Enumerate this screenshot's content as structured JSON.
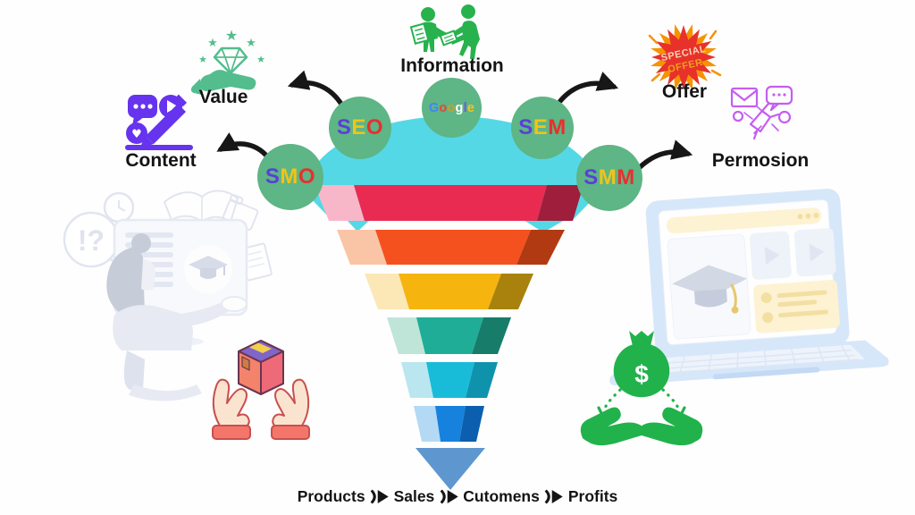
{
  "labels": {
    "information": "Information",
    "value": "Value",
    "content": "Content",
    "offer": "Offer",
    "permosion": "Permosion"
  },
  "nodes": {
    "circle_color": "#5eb585",
    "smo": {
      "letters": [
        {
          "ch": "S",
          "c": "#5b3fd8"
        },
        {
          "ch": "M",
          "c": "#f0c419"
        },
        {
          "ch": "O",
          "c": "#e8302e"
        }
      ]
    },
    "seo": {
      "letters": [
        {
          "ch": "S",
          "c": "#5b3fd8"
        },
        {
          "ch": "E",
          "c": "#f0c419"
        },
        {
          "ch": "O",
          "c": "#e8302e"
        }
      ]
    },
    "google": {
      "letters": [
        {
          "ch": "G",
          "c": "#4285f4"
        },
        {
          "ch": "o",
          "c": "#ea4335"
        },
        {
          "ch": "o",
          "c": "#c9a22e"
        },
        {
          "ch": "g",
          "c": "#ffffff"
        },
        {
          "ch": "l",
          "c": "#6a5ae0"
        },
        {
          "ch": "e",
          "c": "#f2c51d"
        }
      ]
    },
    "sem": {
      "letters": [
        {
          "ch": "S",
          "c": "#5b3fd8"
        },
        {
          "ch": "E",
          "c": "#f0c419"
        },
        {
          "ch": "M",
          "c": "#e8302e"
        }
      ]
    },
    "smm": {
      "letters": [
        {
          "ch": "S",
          "c": "#5b3fd8"
        },
        {
          "ch": "M",
          "c": "#f0c419"
        },
        {
          "ch": "M",
          "c": "#e8302e"
        }
      ]
    }
  },
  "funnel": {
    "dome_color": "#55d8e6",
    "layers": [
      {
        "name": "layer-red",
        "color": "#e92b52",
        "light": "#f8b7c9",
        "dark": "#9e1e3c"
      },
      {
        "name": "layer-orange",
        "color": "#f5511f",
        "light": "#fac4a6",
        "dark": "#b23a12"
      },
      {
        "name": "layer-gold",
        "color": "#f6b40f",
        "light": "#fce7b6",
        "dark": "#a8820d"
      },
      {
        "name": "layer-teal",
        "color": "#20ad97",
        "light": "#bfe5d9",
        "dark": "#177c6a"
      },
      {
        "name": "layer-cyan",
        "color": "#18bcd8",
        "light": "#b9e6ef",
        "dark": "#0f93ad"
      },
      {
        "name": "layer-blue",
        "color": "#1682dd",
        "light": "#b4d9f5",
        "dark": "#0b5fae"
      },
      {
        "name": "layer-tip",
        "color": "#5e97cf"
      }
    ]
  },
  "offer_badge": {
    "line1": "SPECIAL",
    "line2": "OFFER",
    "burst_red": "#e8312a",
    "burst_orange": "#f59300"
  },
  "flow": {
    "items": [
      "Products",
      "Sales",
      "Cutomens",
      "Profits"
    ]
  },
  "money": {
    "currency": "$",
    "green": "#22b24c"
  },
  "misc": {
    "exclaim": "!?"
  },
  "icon_colors": {
    "information_green": "#27b24e",
    "value_green": "#53bd8e",
    "content_purple": "#6633ee",
    "permosion_magenta": "#c45ef2",
    "arrow_black": "#171717"
  }
}
